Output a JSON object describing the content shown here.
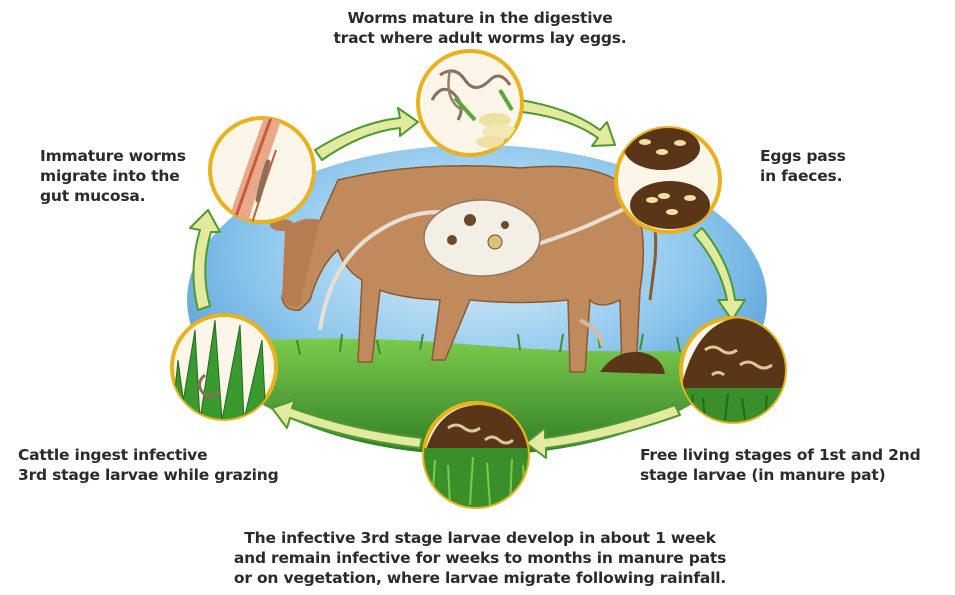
{
  "captions": {
    "top": "Worms mature in the digestive\ntract where adult worms lay eggs.",
    "eggs": "Eggs pass\nin faeces.",
    "immature": "Immature worms\nmigrate into the\ngut mucosa.",
    "ingest": "Cattle ingest infective\n3rd stage larvae while grazing",
    "free_living": "Free living stages of 1st and 2nd\nstage larvae (in manure pat)",
    "infective": "The infective 3rd stage larvae develop in about 1 week\nand remain infective for weeks  to months in manure pats\nor on vegetation, where larvae migrate following rainfall."
  },
  "colors": {
    "sky": "#5aa6dc",
    "grass": "#2f8a2a",
    "ring": "#e9b21c",
    "arrow_fill": "#e3eaa0",
    "arrow_stroke": "#4c9a30",
    "cow": "#c08a5c",
    "dung": "#5a3518"
  },
  "icons": [
    "worms-icon",
    "eggs-in-faeces-icon",
    "larvae-manure-icon",
    "manure-larvae-grass-icon",
    "grass-larva-icon",
    "gut-mucosa-icon",
    "cow-illustration",
    "stomach-icon"
  ]
}
